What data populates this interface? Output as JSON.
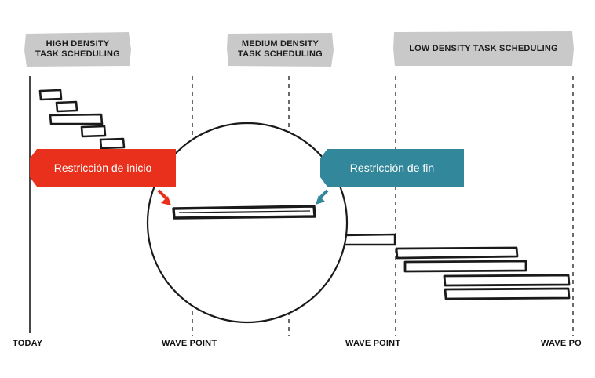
{
  "banners": {
    "high": "HIGH DENSITY\nTASK SCHEDULING",
    "medium": "MEDIUM DENSITY\nTASK SCHEDULING",
    "low": "LOW DENSITY TASK SCHEDULING"
  },
  "callouts": {
    "start": "Restricción de inicio",
    "end": "Restricción de fin"
  },
  "axis_labels": {
    "today": "TODAY",
    "wave_1": "WAVE POINT",
    "wave_2": "WAVE POINT",
    "wave_3": "WAVE PO"
  },
  "colors": {
    "ink": "#1a1a1a",
    "banner_bg": "#c9c9c9",
    "start_constraint": "#e8301c",
    "end_constraint": "#33879b"
  },
  "icons": {
    "start_arrow": "arrow-down-right-icon",
    "end_arrow": "arrow-down-left-icon"
  }
}
